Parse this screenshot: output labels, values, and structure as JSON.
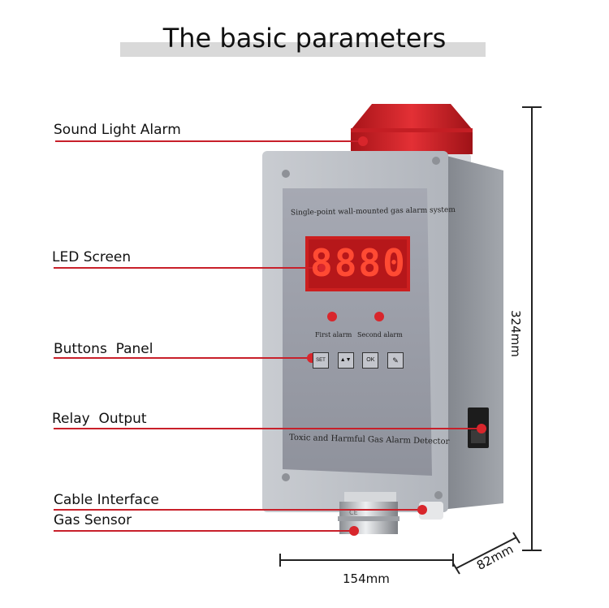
{
  "title": "The basic parameters",
  "device": {
    "panel_title": "Single-point wall-mounted gas alarm system",
    "display_value": "8880",
    "first_alarm_label": "First alarm",
    "second_alarm_label": "Second alarm",
    "buttons": [
      "SET",
      "▲▼",
      "OK",
      "✎"
    ],
    "bottom_text": "Toxic and Harmful Gas Alarm Detector"
  },
  "callouts": {
    "sound_light_alarm": "Sound Light Alarm",
    "led_screen": "LED Screen",
    "buttons_panel": "Buttons  Panel",
    "relay_output": "Relay  Output",
    "cable_interface": "Cable Interface",
    "gas_sensor": "Gas Sensor"
  },
  "dimensions": {
    "height": "324mm",
    "width": "154mm",
    "depth": "82mm"
  },
  "colors": {
    "callout_line": "#c8202a",
    "beacon": "#d8262c",
    "led_digit": "#ff3b2a",
    "panel": "#9ea1ab"
  }
}
